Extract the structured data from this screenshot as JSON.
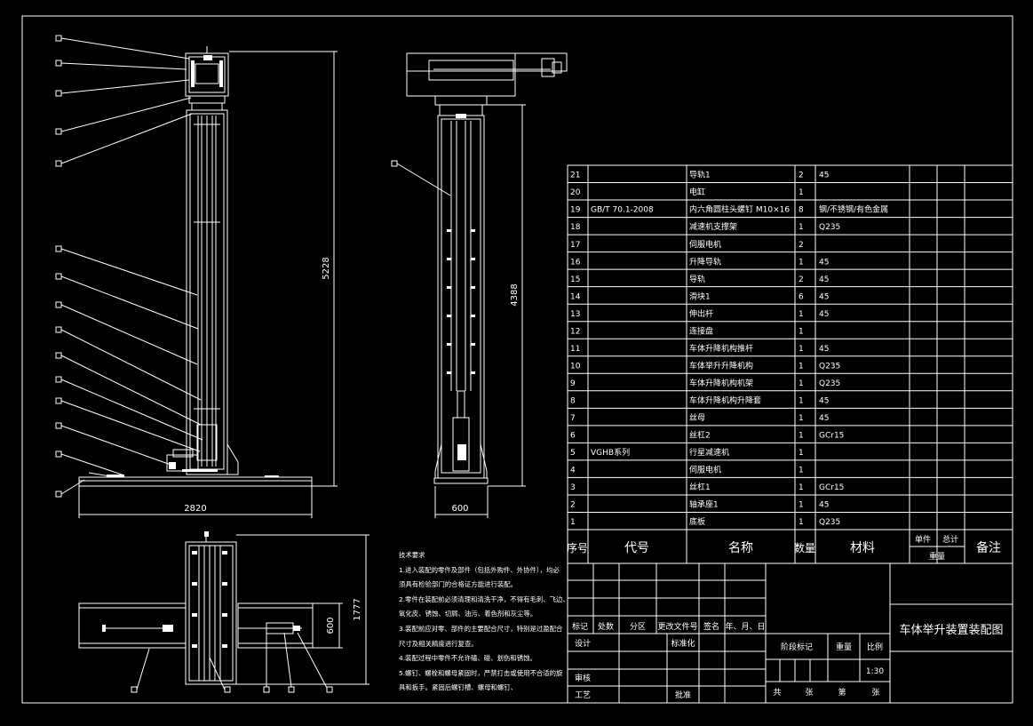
{
  "drawing": {
    "title": "车体举升装置装配图",
    "scale": "1:30"
  },
  "dimensions": {
    "front_height": "5228",
    "front_width": "2820",
    "side_height": "4388",
    "side_width": "600",
    "top_height": "1777",
    "top_width": "600"
  },
  "tech_notes": {
    "heading": "技术要求",
    "lines": [
      "1.进入装配的零件及部件（包括外购件、外协件），均必",
      "须具有检验部门的合格证方能进行装配。",
      "2.零件在装配前必须清理和清洗干净，不得有毛刺、飞边、",
      "氧化皮、锈蚀、切屑、油污、着色剂和灰尘等。",
      "3.装配前应对零、部件的主要配合尺寸，特别是过盈配合",
      "尺寸及相关精度进行复查。",
      "4.装配过程中零件不允许磕、碰、划伤和锈蚀。",
      "5.螺钉、螺栓和螺母紧固时，严禁打击或使用不合适的旋",
      "具和扳手。紧固后螺钉槽、螺母和螺钉、"
    ]
  },
  "bom": {
    "rows": [
      {
        "no": "21",
        "code": "",
        "name": "导轨1",
        "qty": "2",
        "material": "45"
      },
      {
        "no": "20",
        "code": "",
        "name": "电缸",
        "qty": "1",
        "material": ""
      },
      {
        "no": "19",
        "code": "GB/T 70.1-2008",
        "name": "内六角圆柱头螺钉 M10×16",
        "qty": "8",
        "material": "钢/不锈钢/有色金属"
      },
      {
        "no": "18",
        "code": "",
        "name": "减速机支撑架",
        "qty": "1",
        "material": "Q235"
      },
      {
        "no": "17",
        "code": "",
        "name": "伺服电机",
        "qty": "2",
        "material": ""
      },
      {
        "no": "16",
        "code": "",
        "name": "升降导轨",
        "qty": "1",
        "material": "45"
      },
      {
        "no": "15",
        "code": "",
        "name": "导轨",
        "qty": "2",
        "material": "45"
      },
      {
        "no": "14",
        "code": "",
        "name": "滑块1",
        "qty": "6",
        "material": "45"
      },
      {
        "no": "13",
        "code": "",
        "name": "伸出杆",
        "qty": "1",
        "material": "45"
      },
      {
        "no": "12",
        "code": "",
        "name": "连接盘",
        "qty": "1",
        "material": ""
      },
      {
        "no": "11",
        "code": "",
        "name": "车体升降机构推杆",
        "qty": "1",
        "material": "45"
      },
      {
        "no": "10",
        "code": "",
        "name": "车体举升升降机构",
        "qty": "1",
        "material": "Q235"
      },
      {
        "no": "9",
        "code": "",
        "name": "车体升降机构机架",
        "qty": "1",
        "material": "Q235"
      },
      {
        "no": "8",
        "code": "",
        "name": "车体升降机构升降套",
        "qty": "1",
        "material": "45"
      },
      {
        "no": "7",
        "code": "",
        "name": "丝母",
        "qty": "1",
        "material": "45"
      },
      {
        "no": "6",
        "code": "",
        "name": "丝杠2",
        "qty": "1",
        "material": "GCr15"
      },
      {
        "no": "5",
        "code": "VGHB系列",
        "name": "行星减速机",
        "qty": "1",
        "material": ""
      },
      {
        "no": "4",
        "code": "",
        "name": "伺服电机",
        "qty": "1",
        "material": ""
      },
      {
        "no": "3",
        "code": "",
        "name": "丝杠1",
        "qty": "1",
        "material": "GCr15"
      },
      {
        "no": "2",
        "code": "",
        "name": "轴承座1",
        "qty": "1",
        "material": "45"
      },
      {
        "no": "1",
        "code": "",
        "name": "底板",
        "qty": "1",
        "material": "Q235"
      }
    ],
    "header": {
      "no": "序号",
      "code": "代号",
      "name": "名称",
      "qty": "数量",
      "material": "材料",
      "unit_weight": "单件",
      "total_weight": "总计",
      "weight": "重量",
      "remark": "备注"
    }
  },
  "title_block": {
    "mark": "标记",
    "count": "处数",
    "zone": "分区",
    "change_doc": "更改文件号",
    "sign": "签名",
    "date": "年、月、日",
    "design": "设计",
    "standard": "标准化",
    "review": "审核",
    "process": "工艺",
    "approve": "批准",
    "stage_mark": "阶段标记",
    "weight": "重量",
    "scale_label": "比例",
    "total": "共",
    "sheets": "张",
    "page": "第",
    "page_unit": "张"
  }
}
